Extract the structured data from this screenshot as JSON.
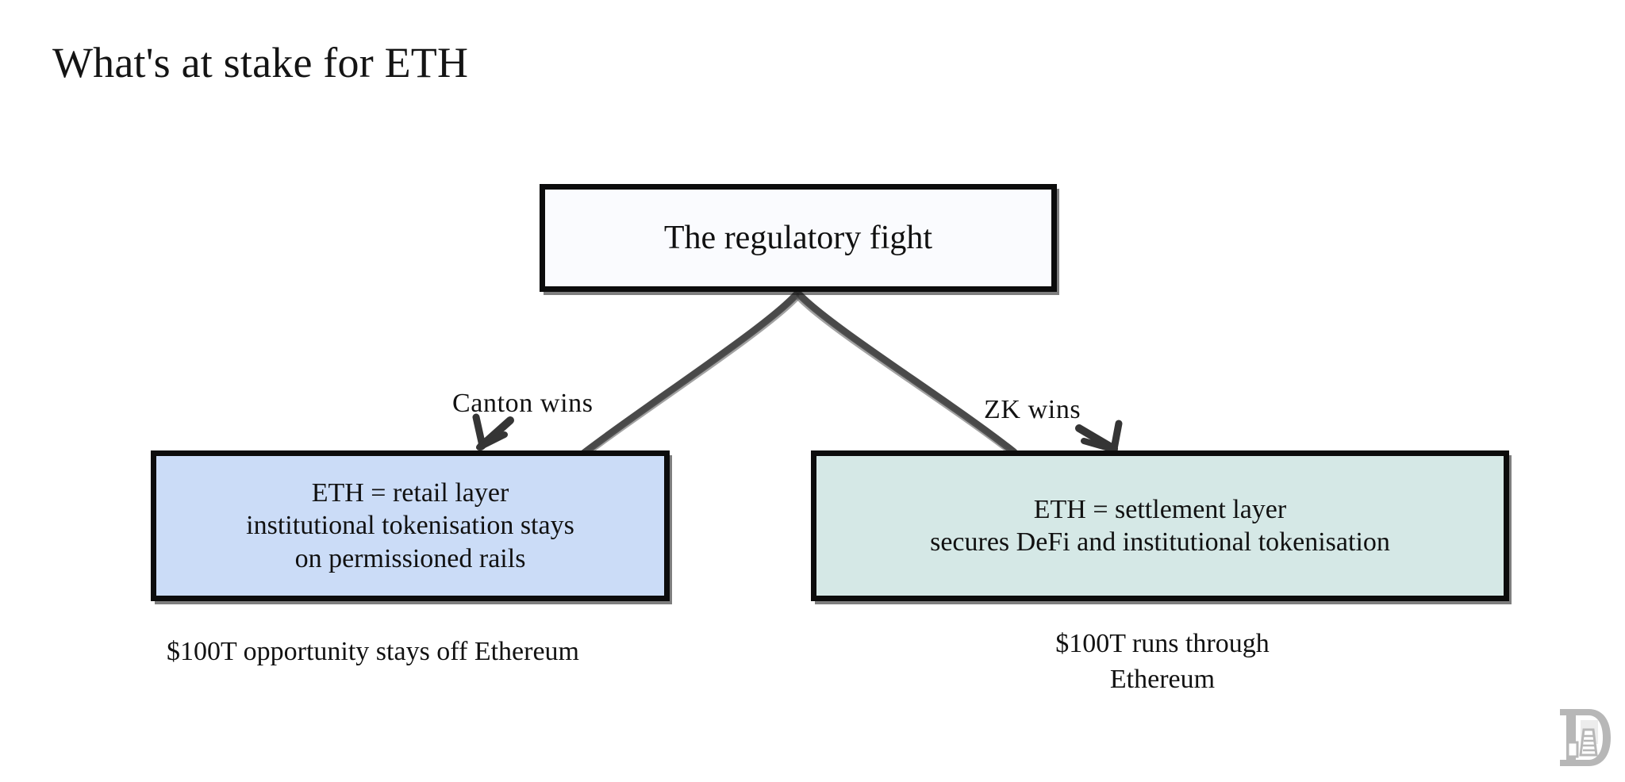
{
  "slide": {
    "title": "What's at stake for ETH",
    "background_color": "#ffffff"
  },
  "diagram": {
    "type": "tree-flowchart",
    "style": "hand-drawn",
    "root": {
      "id": "root",
      "label": "The regulatory fight",
      "fill_color": "#fafbfe",
      "border_color": "#0c0c0c"
    },
    "branches": [
      {
        "id": "left",
        "edge_label": "Canton wins",
        "fill_color": "#cbdcf7",
        "border_color": "#0c0c0c",
        "lines": [
          "ETH = retail layer",
          "institutional tokenisation stays",
          "on permissioned rails"
        ],
        "caption_lines": [
          "$100T opportunity stays off Ethereum"
        ]
      },
      {
        "id": "right",
        "edge_label": "ZK wins",
        "fill_color": "#d5e8e6",
        "border_color": "#0c0c0c",
        "lines": [
          "ETH = settlement layer",
          "secures DeFi and institutional tokenisation"
        ],
        "caption_lines": [
          "$100T runs through",
          "Ethereum"
        ]
      }
    ],
    "connector_color": "#3a3a3a",
    "arrowhead_color": "#2b2b2b"
  },
  "watermark": {
    "icon": "document-letter-d-logo",
    "color": "#8c8c8c"
  }
}
